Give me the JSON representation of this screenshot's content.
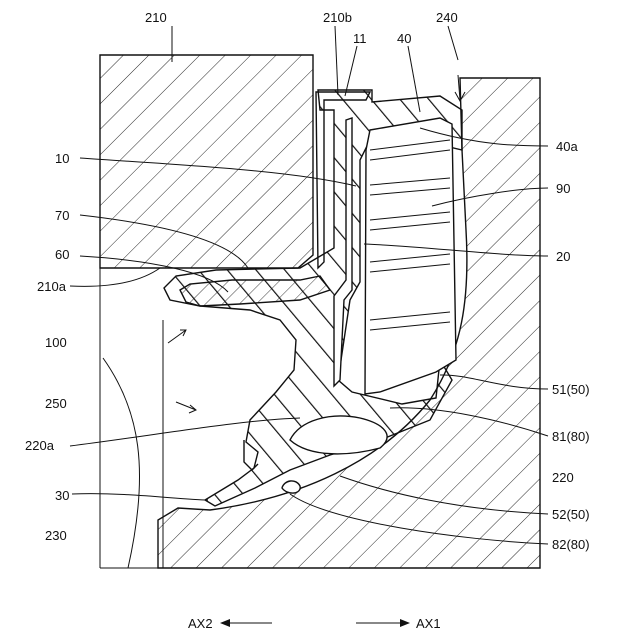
{
  "figure": {
    "labels": {
      "l210": "210",
      "l210b": "210b",
      "l11": "11",
      "l40": "40",
      "l240": "240",
      "l40a": "40a",
      "l10": "10",
      "l90": "90",
      "l70": "70",
      "l60": "60",
      "l20": "20",
      "l210a": "210a",
      "l100": "100",
      "l51": "51(50)",
      "l250": "250",
      "l81": "81(80)",
      "l220a": "220a",
      "l220": "220",
      "l30": "30",
      "l52": "52(50)",
      "l230": "230",
      "l82": "82(80)"
    },
    "axes": {
      "ax2": "AX2",
      "ax1": "AX1"
    }
  }
}
